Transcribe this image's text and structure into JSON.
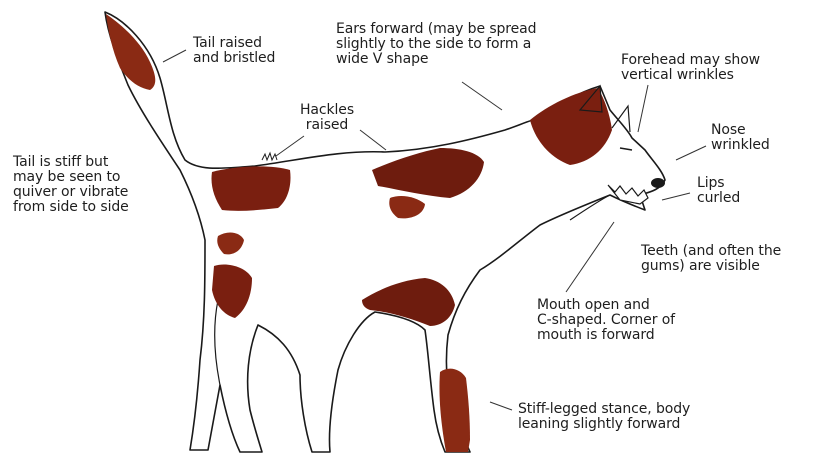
{
  "diagram": {
    "colors": {
      "outline": "#1a1a1a",
      "patch": "#7a1f10",
      "patch_light": "#a9452a",
      "text": "#1e1e1e",
      "leader": "#333333"
    },
    "labels": {
      "tail_raised": "Tail raised\nand bristled",
      "ears_forward": "Ears forward (may be spread\nslightly to the side to form a\nwide V shape",
      "forehead": "Forehead may show\nvertical wrinkles",
      "hackles": "Hackles\nraised",
      "nose": "Nose\nwrinkled",
      "tail_stiff": "Tail is stiff but\nmay be seen to\nquiver or vibrate\nfrom side to side",
      "lips": "Lips\ncurled",
      "teeth": "Teeth (and often the\ngums) are visible",
      "mouth": "Mouth open and\nC-shaped. Corner of\nmouth is forward",
      "stance": "Stiff-legged stance, body\nleaning slightly forward"
    }
  }
}
